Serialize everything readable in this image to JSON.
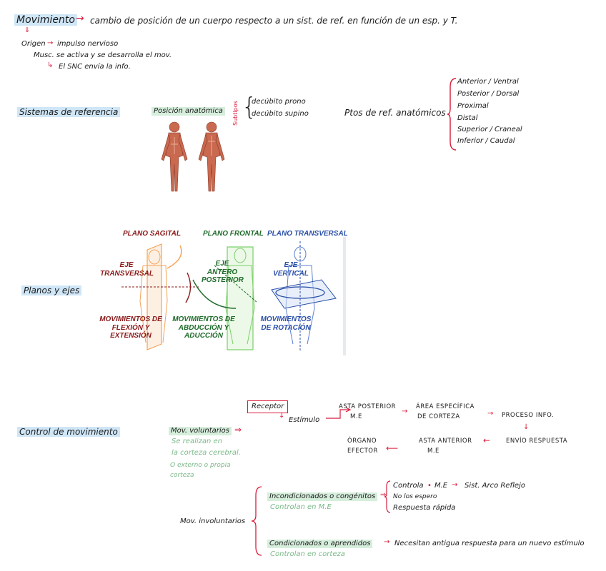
{
  "colors": {
    "highlight_blue": "#cfe6f7",
    "highlight_green": "#d6eedc",
    "accent_red": "#d81b3a",
    "note_green": "#7cb98a",
    "sagittal": "#8b1a1a",
    "frontal": "#1f6b2a",
    "transversal": "#2a4fa8"
  },
  "movimiento": {
    "title": "Movimiento",
    "definition": "cambio de posición de un cuerpo respecto a un sist. de ref. en función de un esp. y T.",
    "origen_label": "Origen",
    "origen_value": "impulso nervioso",
    "musc_line": "Musc. se activa y se desarrolla el mov.",
    "snc_line": "El SNC envía la info."
  },
  "sistemas": {
    "title": "Sistemas de referencia",
    "posicion": "Posición anatómica",
    "subtipos": "Subtipos",
    "decubito_prono": "decúbito prono",
    "decubito_supino": "decúbito supino",
    "ptos_title": "Ptos de ref. anatómicos",
    "ptos": [
      "Anterior / Ventral",
      "Posterior / Dorsal",
      "Proximal",
      "Distal",
      "Superior / Craneal",
      "Inferior / Caudal"
    ]
  },
  "planos": {
    "title": "Planos y ejes",
    "sagital_title": "PLANO SAGITAL",
    "frontal_title": "PLANO FRONTAL",
    "transversal_title": "PLANO TRANSVERSAL",
    "eje_transversal": "EJE TRANSVERSAL",
    "eje_antero": "EJE ANTERO POSTERIOR",
    "eje_vertical": "EJE VERTICAL",
    "mov_flexion": "MOVIMIENTOS DE FLEXIÓN Y EXTENSIÓN",
    "mov_abduccion": "MOVIMIENTOS DE ABDUCCIÓN Y ADUCCIÓN",
    "mov_rotacion": "MOVIMIENTOS DE ROTACIÓN"
  },
  "control": {
    "title": "Control de movimiento",
    "voluntarios": "Mov. voluntarios",
    "vol_note1": "Se realizan en",
    "vol_note2": "la corteza cerebral.",
    "vol_note3": "O externo o propia",
    "vol_note4": "corteza",
    "receptor": "Receptor",
    "estimulo": "Estímulo",
    "asta_posterior": "ASTA POSTERIOR",
    "me": "M.E",
    "area": "ÁREA ESPECÍFICA",
    "de_corteza": "DE CORTEZA",
    "proceso": "PROCESO INFO.",
    "envio": "ENVÍO RESPUESTA",
    "asta_anterior": "ASTA ANTERIOR",
    "organo": "ÓRGANO",
    "efector": "EFECTOR",
    "involuntarios": "Mov. involuntarios",
    "incond": "Incondicionados o congénitos",
    "incond_note": "Controlan en M.E",
    "ctrl_line": "Controla",
    "ctrl_me": "M.E",
    "sist_arco": "Sist. Arco Reflejo",
    "no_espero": "No los espero",
    "respuesta": "Respuesta rápida",
    "cond": "Condicionados o aprendidos",
    "cond_note": "Controlan en corteza",
    "necesitan": "Necesitan antigua respuesta para un nuevo estímulo"
  }
}
